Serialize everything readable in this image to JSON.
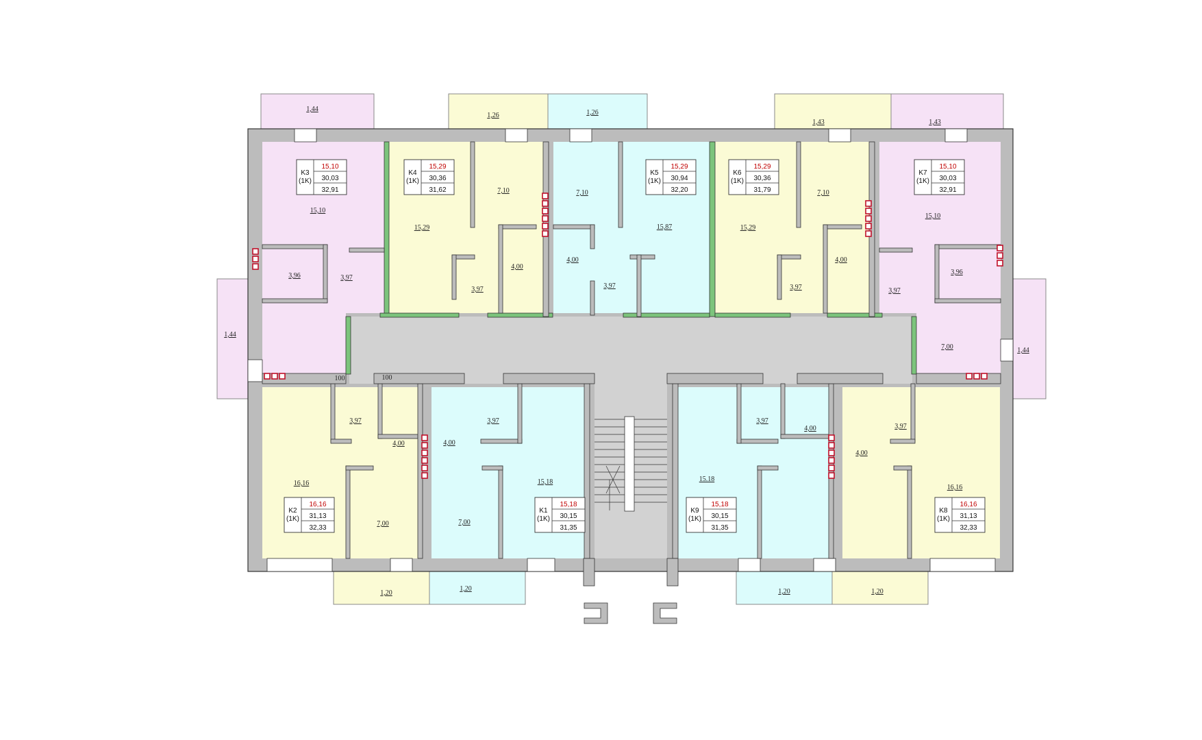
{
  "colors": {
    "pink": "#f6e2f6",
    "yellow": "#fbfbd5",
    "cyan": "#dcfcfc",
    "corridor": "#d2d2d2",
    "wall": "#bcbcbc",
    "green": "#7cc47c",
    "vent": "#c0102a"
  },
  "apartments": [
    {
      "id": "K3",
      "type": "(1K)",
      "living": "15,10",
      "total": "30,03",
      "gross": "32,91"
    },
    {
      "id": "K4",
      "type": "(1K)",
      "living": "15,29",
      "total": "30,36",
      "gross": "31,62"
    },
    {
      "id": "K5",
      "type": "(1K)",
      "living": "15,29",
      "total": "30,94",
      "gross": "32,20"
    },
    {
      "id": "K6",
      "type": "(1K)",
      "living": "15,29",
      "total": "30,36",
      "gross": "31,79"
    },
    {
      "id": "K7",
      "type": "(1K)",
      "living": "15,10",
      "total": "30,03",
      "gross": "32,91"
    },
    {
      "id": "K2",
      "type": "(1K)",
      "living": "16,16",
      "total": "31,13",
      "gross": "32,33"
    },
    {
      "id": "K1",
      "type": "(1K)",
      "living": "15,18",
      "total": "30,15",
      "gross": "31,35"
    },
    {
      "id": "K9",
      "type": "(1K)",
      "living": "15,18",
      "total": "30,15",
      "gross": "31,35"
    },
    {
      "id": "K8",
      "type": "(1K)",
      "living": "16,16",
      "total": "31,13",
      "gross": "32,33"
    }
  ],
  "room_labels": {
    "k3_balcony": "1,44",
    "k4_balcony": "1,26",
    "k5_balcony": "1,26",
    "k6_balcony": "1,43",
    "k7_balcony": "1,43",
    "k3_room": "15,10",
    "k3_bath": "3,96",
    "k3_hall": "3,97",
    "k4_room": "15,29",
    "k4_kitchen": "7,10",
    "k4_bath": "4,00",
    "k4_hall": "3,97",
    "k5_kitchen": "7,10",
    "k5_room": "15,87",
    "k5_bath": "4,00",
    "k5_hall": "3,97",
    "k6_room": "15,29",
    "k6_kitchen": "7,10",
    "k6_bath": "4,00",
    "k6_hall": "3,97",
    "k7_room": "15,10",
    "k7_hall": "3,97",
    "k7_bath": "3,96",
    "k7_kitchen": "7,00",
    "left_balcony": "1,44",
    "right_balcony": "1,44",
    "dim_a": "100",
    "dim_b": "100",
    "k2_hall": "3,97",
    "k2_bath": "4,00",
    "k2_room": "16,16",
    "k2_kitchen": "7,00",
    "k1_bath": "4,00",
    "k1_hall": "3,97",
    "k1_room": "15,18",
    "k1_kitchen": "7,00",
    "k9_hall": "3,97",
    "k9_bath": "4,00",
    "k9_room": "15.18",
    "k8_hall": "3,97",
    "k8_bath": "4,00",
    "k8_room": "16,16",
    "k2_balcony": "1,20",
    "k1_balcony": "1,20",
    "k9_balcony": "1,20",
    "k8_balcony": "1,20"
  }
}
